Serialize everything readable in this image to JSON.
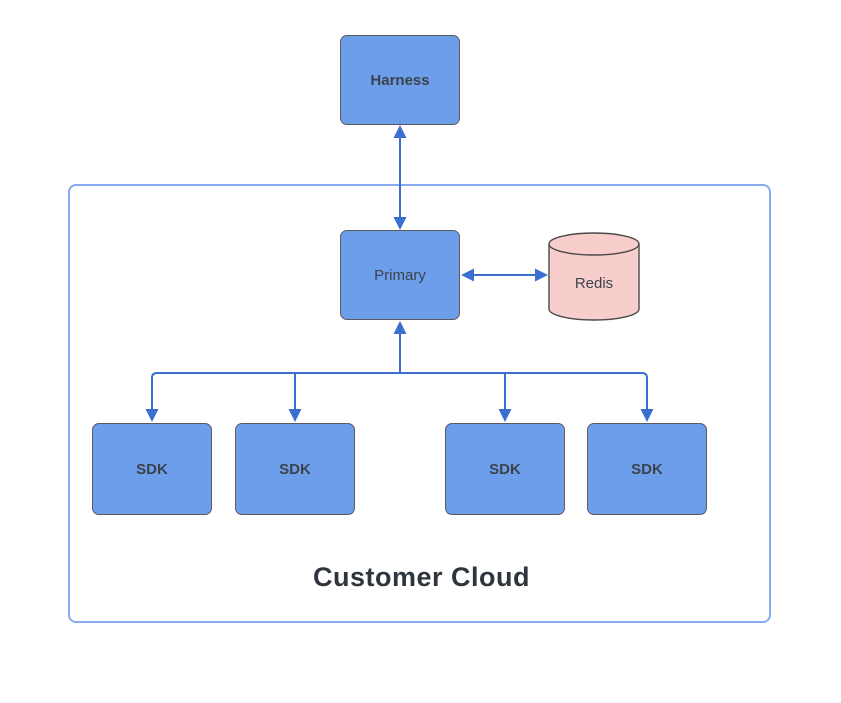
{
  "diagram": {
    "nodes": {
      "harness": "Harness",
      "primary": "Primary",
      "redis": "Redis",
      "sdks": [
        "SDK",
        "SDK",
        "SDK",
        "SDK"
      ],
      "container_label": "Customer Cloud"
    },
    "connections": [
      "Harness <-> Primary",
      "Primary <-> Redis",
      "Primary -> SDK (x4 fan-out)"
    ],
    "colors": {
      "node_fill": "#6d9eeb",
      "node_stroke": "#5b5b5b",
      "redis_fill": "#f8cecc",
      "redis_stroke": "#4a4a4a",
      "container_stroke": "#88aaf2",
      "arrow": "#3a6fd2",
      "label_text": "#3c434b",
      "container_label_text": "#2f353c"
    }
  }
}
